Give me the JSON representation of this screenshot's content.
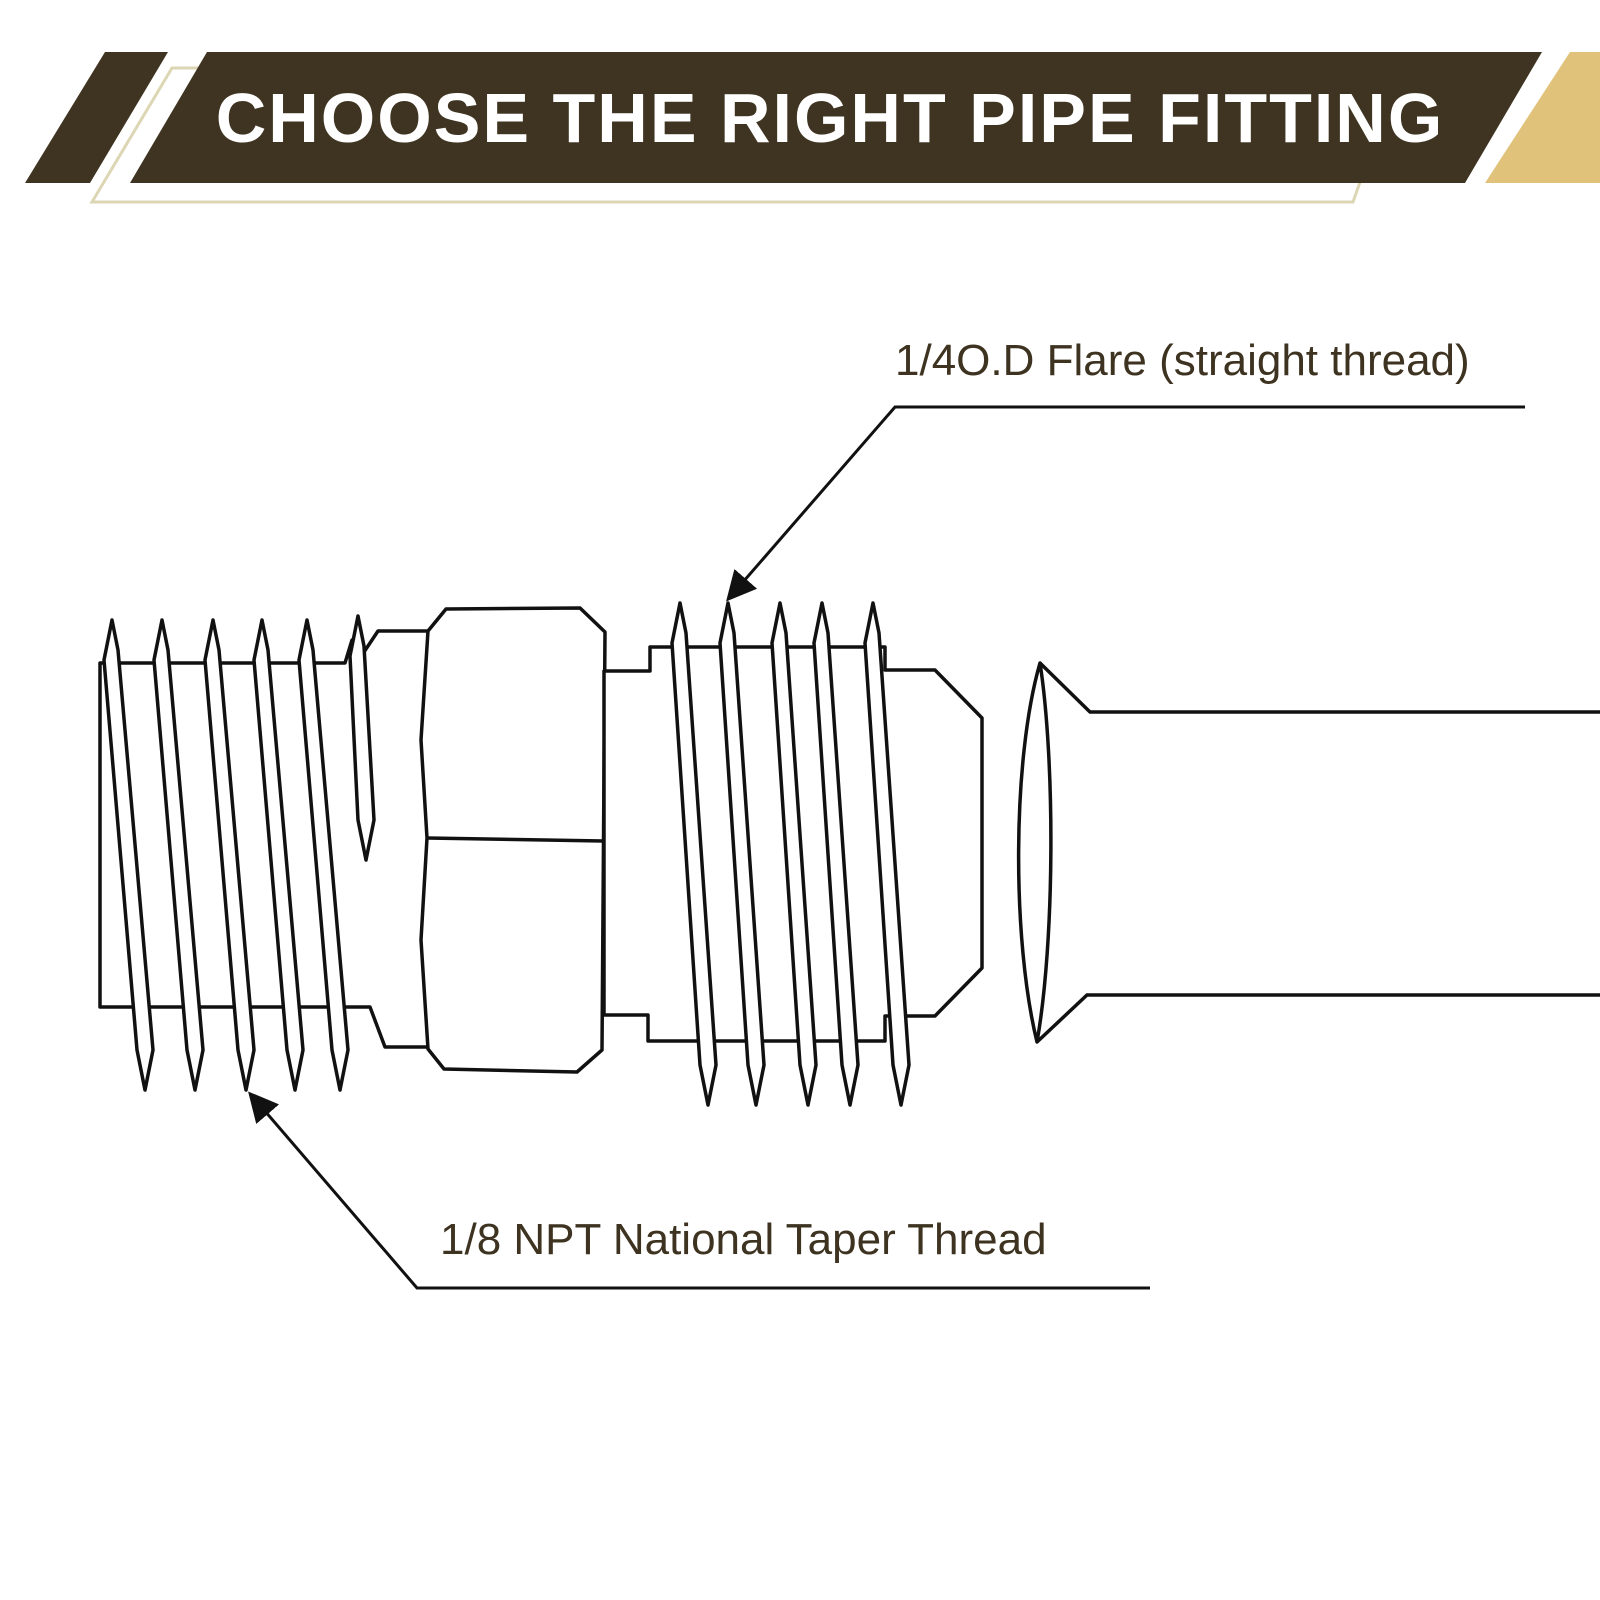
{
  "header": {
    "title": "CHOOSE THE RIGHT PIPE FITTING"
  },
  "labels": {
    "flare": "1/4O.D Flare (straight thread)",
    "npt": "1/8 NPT National Taper Thread"
  },
  "colors": {
    "brand_dark": "#3f3421",
    "gold": "#e0c27a",
    "outline": "#ddd6b4",
    "label_text": "#3d3320"
  }
}
